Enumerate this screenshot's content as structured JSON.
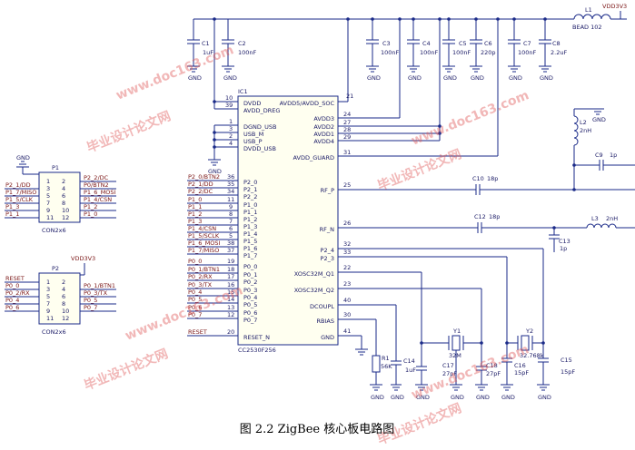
{
  "caption": "图 2.2   ZigBee 核心板电路图",
  "watermark": {
    "cn": "毕业设计论文网",
    "url": "www.doc163.com"
  },
  "ic1": {
    "ref": "IC1",
    "part": "CC2530F256",
    "left_pins": [
      {
        "name": "DVDD",
        "num": "10"
      },
      {
        "name": "AVDD_DREG",
        "num": "39"
      },
      {
        "name": "DGND_USB",
        "num": "1"
      },
      {
        "name": "USB_M",
        "num": "3"
      },
      {
        "name": "USB_P",
        "num": "2"
      },
      {
        "name": "DVDD_USB",
        "num": "4"
      },
      {
        "name": "P2_0",
        "num": "36"
      },
      {
        "name": "P2_1",
        "num": "35"
      },
      {
        "name": "P2_2",
        "num": "34"
      },
      {
        "name": "P1_0",
        "num": "11"
      },
      {
        "name": "P1_1",
        "num": "9"
      },
      {
        "name": "P1_2",
        "num": "8"
      },
      {
        "name": "P1_3",
        "num": "7"
      },
      {
        "name": "P1_4",
        "num": "6"
      },
      {
        "name": "P1_5",
        "num": "5"
      },
      {
        "name": "P1_6",
        "num": "38"
      },
      {
        "name": "P1_7",
        "num": "37"
      },
      {
        "name": "P0_0",
        "num": "19"
      },
      {
        "name": "P0_1",
        "num": "18"
      },
      {
        "name": "P0_2",
        "num": "17"
      },
      {
        "name": "P0_3",
        "num": "16"
      },
      {
        "name": "P0_4",
        "num": "15"
      },
      {
        "name": "P0_5",
        "num": "14"
      },
      {
        "name": "P0_6",
        "num": "13"
      },
      {
        "name": "P0_7",
        "num": "12"
      },
      {
        "name": "RESET_N",
        "num": "20"
      }
    ],
    "right_pins": [
      {
        "name": "AVDD5/AVDD_SOC",
        "num": "21"
      },
      {
        "name": "AVDD3",
        "num": "24"
      },
      {
        "name": "AVDD2",
        "num": "27"
      },
      {
        "name": "AVDD1",
        "num": "28"
      },
      {
        "name": "AVDD4",
        "num": "29"
      },
      {
        "name": "AVDD_GUARD",
        "num": "31"
      },
      {
        "name": "RF_P",
        "num": "25"
      },
      {
        "name": "RF_N",
        "num": "26"
      },
      {
        "name": "P2_4",
        "num": "32"
      },
      {
        "name": "P2_3",
        "num": "33"
      },
      {
        "name": "XOSC32M_Q1",
        "num": "22"
      },
      {
        "name": "XOSC32M_Q2",
        "num": "23"
      },
      {
        "name": "DCOUPL",
        "num": "40"
      },
      {
        "name": "RBIAS",
        "num": "30"
      },
      {
        "name": "GND",
        "num": "41"
      }
    ],
    "left_nets": [
      "P2_0/BTN2",
      "P2_1/DD",
      "P2_2/DC",
      "P1_0",
      "P1_1",
      "P1_2",
      "P1_3",
      "P1_4/CSN",
      "P1_5/SCLK",
      "P1_6_MOSI",
      "P1_7/MISO",
      "P0_0",
      "P0_1/BTN1",
      "P0_2/RX",
      "P0_3/TX",
      "P0_4",
      "P0_5",
      "P0_6",
      "P0_7",
      "RESET"
    ]
  },
  "p1": {
    "ref": "P1",
    "part": "CON2x6",
    "gnd": "GND",
    "left_nets": [
      "P2_1/DD",
      "P1_7/MISO",
      "P1_5/CLK",
      "P1_3",
      "P1_1"
    ],
    "right_nets": [
      "P2_2/DC",
      "P0/BTN2",
      "P1_6_MOSI",
      "P1_4/CSN",
      "P1_2",
      "P1_0"
    ],
    "pins_left": [
      "1",
      "3",
      "5",
      "7",
      "9",
      "11"
    ],
    "pins_right": [
      "2",
      "4",
      "6",
      "8",
      "10",
      "12"
    ]
  },
  "p2": {
    "ref": "P2",
    "part": "CON2x6",
    "vdd": "VDD3V3",
    "left_nets": [
      "RESET",
      "P0_0",
      "P0_2/RX",
      "P0_4",
      "P0_6"
    ],
    "right_nets": [
      "P0_1/BTN1",
      "P0_3/TX",
      "P0_5",
      "P0_7"
    ],
    "pins_left": [
      "1",
      "3",
      "5",
      "7",
      "9",
      "11"
    ],
    "pins_right": [
      "2",
      "4",
      "6",
      "8",
      "10",
      "12"
    ]
  },
  "power": {
    "vdd": "VDD3V3",
    "gnd": "GND"
  },
  "parts": {
    "c1": {
      "ref": "C1",
      "val": "1uF"
    },
    "c2": {
      "ref": "C2",
      "val": "100nF"
    },
    "c3": {
      "ref": "C3",
      "val": "100nF"
    },
    "c4": {
      "ref": "C4",
      "val": "100nF"
    },
    "c5": {
      "ref": "C5",
      "val": "100nF"
    },
    "c6": {
      "ref": "C6",
      "val": "220p"
    },
    "c7": {
      "ref": "C7",
      "val": "100nF"
    },
    "c8": {
      "ref": "C8",
      "val": "2.2uF"
    },
    "l1": {
      "ref": "L1",
      "val": "BEAD 102"
    },
    "l2": {
      "ref": "L2",
      "val": "2nH"
    },
    "c9": {
      "ref": "C9",
      "val": "1p"
    },
    "c10": {
      "ref": "C10",
      "val": "18p"
    },
    "c12": {
      "ref": "C12",
      "val": "18p"
    },
    "l3": {
      "ref": "L3",
      "val": "2nH"
    },
    "c13": {
      "ref": "C13",
      "val": "1p"
    },
    "r1": {
      "ref": "R1",
      "val": "56K"
    },
    "c14": {
      "ref": "C14",
      "val": "1uF"
    },
    "c17": {
      "ref": "C17",
      "val": "27pF"
    },
    "c16": {
      "ref": "C16",
      "val": "15pF"
    },
    "c15": {
      "ref": "C15",
      "val": "15pF"
    },
    "y1": {
      "ref": "Y1",
      "val": "32M"
    },
    "y2": {
      "ref": "Y2",
      "val": "32.768k"
    },
    "c18": {
      "ref": "C18",
      "val": "27pF"
    }
  }
}
